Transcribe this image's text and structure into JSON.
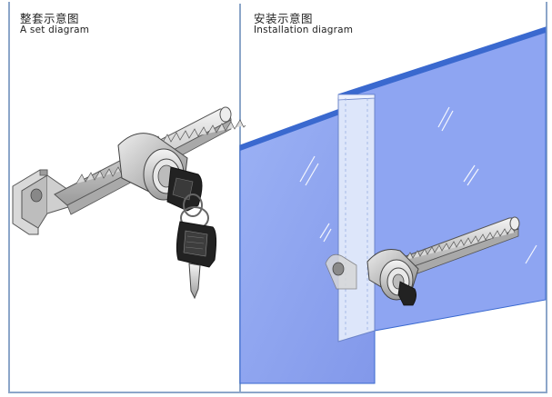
{
  "left_panel": {
    "title_zh": "整套示意图",
    "title_en": "A set diagram"
  },
  "right_panel": {
    "title_zh": "安装示意图",
    "title_en": "Installation diagram"
  },
  "colors": {
    "glass_blue": "#8fa6f2",
    "glass_edge": "#3a69cf",
    "frame_border": "#8ca6c9",
    "clear_glass": "#dde6fa"
  },
  "icons": [
    "lock-set-illustration",
    "glass-door-illustration",
    "key-icon"
  ]
}
